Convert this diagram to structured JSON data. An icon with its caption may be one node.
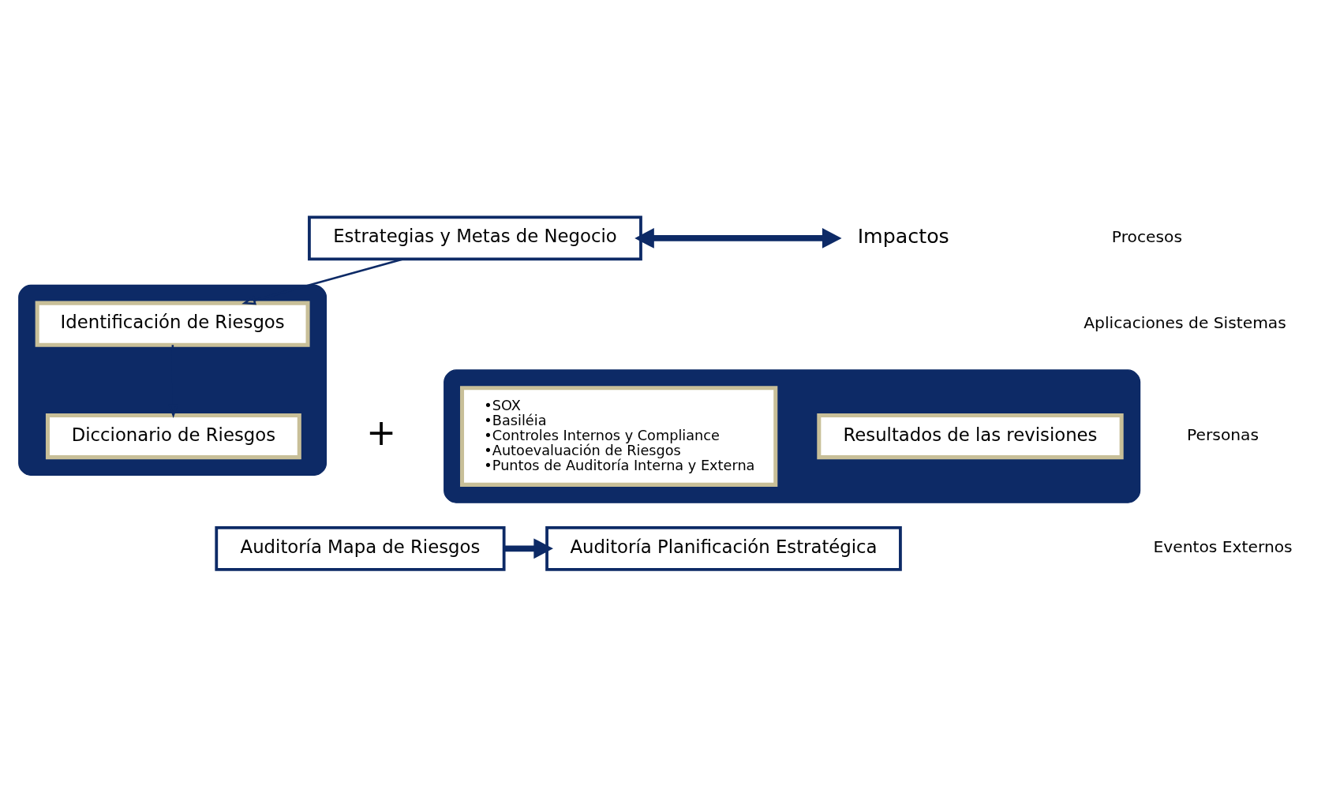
{
  "diagram": {
    "nodes": [
      {
        "text": [
          "Estrategias y Metas de Negocio"
        ]
      },
      {
        "text": [
          "Impactos"
        ]
      },
      {
        "text": [],
        "shape": "box"
      },
      {
        "text": [
          "Identificación de Riesgos"
        ],
        "in": 2
      },
      {
        "text": [
          "Diccionario de Riesgos"
        ],
        "in": 2
      },
      {
        "text": [],
        "shape": "box"
      },
      {
        "text": [
          "Resultados de las revisiones"
        ],
        "in": 5
      },
      {
        "text": [
          "•SOX",
          "•Basiléia",
          "•Controles Internos y Compliance",
          "•Autoevaluación de Riesgos",
          "•Puntos de Auditoría Interna y Externa"
        ],
        "in": 5
      },
      {
        "text": [
          "Auditoría Mapa de Riesgos"
        ]
      },
      {
        "text": [
          "Auditoría Planificación Estratégica"
        ]
      }
    ],
    "edges": [
      {
        "from": 0,
        "to": 1,
        "arrow": "both",
        "style": "thick"
      },
      {
        "from": 0,
        "to": 3,
        "arrow": "to"
      },
      {
        "from": 3,
        "to": 4,
        "arrow": "to"
      },
      {
        "from": 8,
        "to": 9,
        "arrow": "to",
        "style": "thick"
      }
    ],
    "labels": [
      "Procesos",
      "Aplicaciones de Sistemas",
      "Personas",
      "Eventos Externos",
      "+"
    ]
  }
}
